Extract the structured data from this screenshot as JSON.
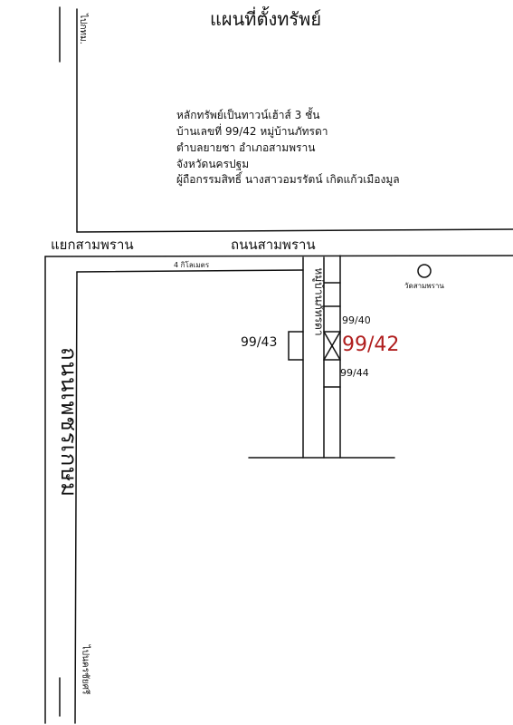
{
  "title": "แผนที่ตั้งทรัพย์",
  "description_lines": [
    "หลักทรัพย์เป็นทาวน์เฮ้าส์ 3 ชั้น",
    "บ้านเลขที่ 99/42 หมู่บ้านภัทรดา",
    "ตำบลยายชา อำเภอสามพราน",
    "จังหวัดนครปฐม",
    "ผู้ถือกรรมสิทธิ์ นางสาวอมรรัตน์ เกิดแก้วเมืองมูล"
  ],
  "roads": {
    "top_left": "แยกสามพราน",
    "top_right": "ถนนสามพราน",
    "main_vertical": "ถนนเพชรเกษม",
    "village_road": "หมู่บ้านภัทรดา",
    "distance": "4 กิโลเมตร"
  },
  "directions": {
    "to_bangkok": "ไปกทม.",
    "to_nakhonchaisri": "ไปนครชัยศรี"
  },
  "landmarks": {
    "temple": "วัดสามพราน"
  },
  "lots": {
    "left": "99/43",
    "upper": "99/40",
    "lower": "99/44",
    "subject": "99/42"
  },
  "colors": {
    "subject_lot": "#b01e1e",
    "line": "#111111"
  }
}
